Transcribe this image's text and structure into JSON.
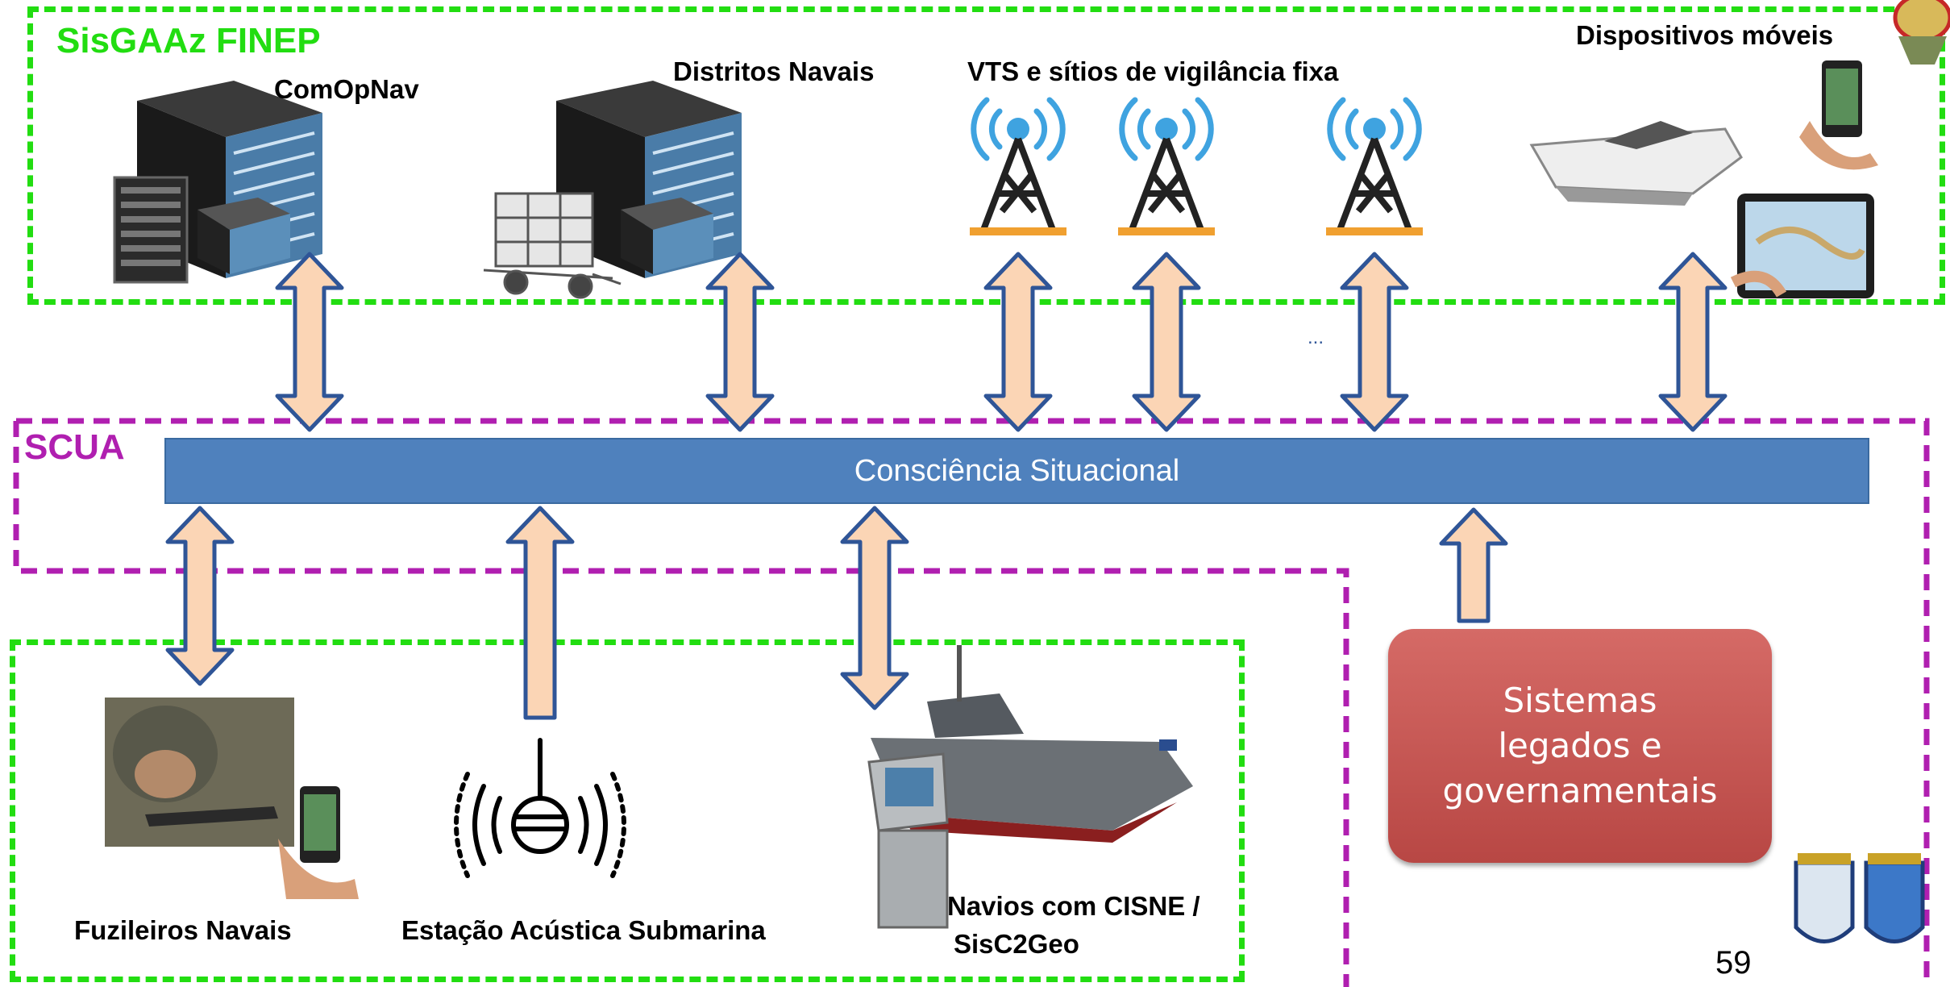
{
  "regions": {
    "sisgaaz": "SisGAAz FINEP",
    "scua": "SCUA"
  },
  "top_labels": {
    "comopnav": "ComOpNav",
    "distritos": "Distritos Navais",
    "vts": "VTS e sítios de vigilância fixa",
    "moveis": "Dispositivos móveis",
    "ellipsis": "..."
  },
  "center_bar": "Consciência Situacional",
  "bottom_labels": {
    "fuzileiros": "Fuzileiros Navais",
    "estacao": "Estação Acústica Submarina",
    "navios_1": "Navios com CISNE /",
    "navios_2": "SisC2Geo"
  },
  "legacy_box": "Sistemas\nlegados e\ngovernamentais",
  "page_number": "59",
  "colors": {
    "green_border": "#22dd11",
    "magenta_border": "#b01fb0",
    "bar_blue": "#4f81bd",
    "arrow_fill": "#fbd5b5",
    "arrow_stroke": "#2f5597",
    "legacy_red": "#c0504d"
  }
}
